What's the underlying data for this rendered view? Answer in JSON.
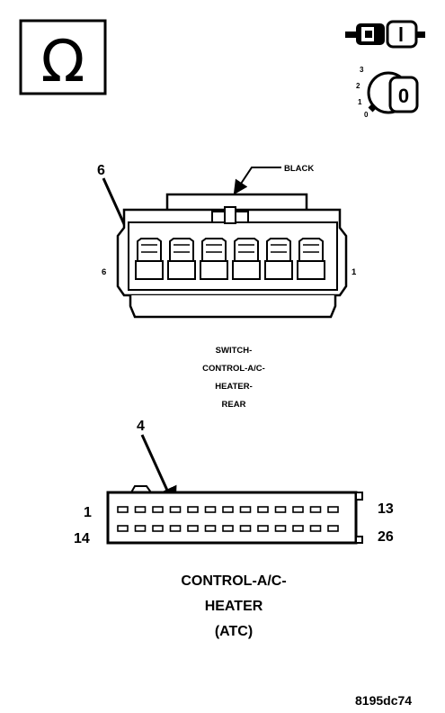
{
  "ohm_symbol": "Ω",
  "ignition_key": {
    "positions": [
      "3",
      "2",
      "1",
      "0"
    ],
    "key_label": "0"
  },
  "switch_connector": {
    "callout_pin": "6",
    "color_label": "BLACK",
    "left_pin_label": "6",
    "right_pin_label": "1",
    "title_lines": [
      "SWITCH-",
      "CONTROL-A/C-",
      "HEATER-",
      "REAR"
    ]
  },
  "control_connector": {
    "callout_pin": "4",
    "row1_left": "1",
    "row1_right": "13",
    "row2_left": "14",
    "row2_right": "26",
    "title_lines": [
      "CONTROL-A/C-",
      "HEATER",
      "(ATC)"
    ]
  },
  "figure_id": "8195dc74"
}
